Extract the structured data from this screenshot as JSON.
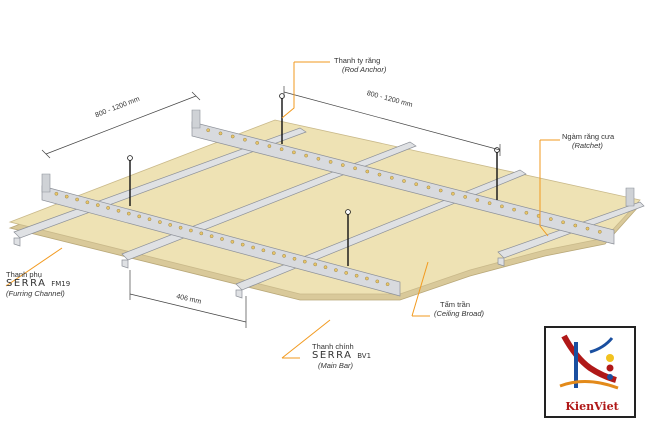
{
  "labels": {
    "rod_anchor": {
      "vi": "Thanh ty răng",
      "en": "(Rod Anchor)"
    },
    "ratchet": {
      "vi": "Ngàm răng cưa",
      "en": "(Ratchet)"
    },
    "furring": {
      "vi": "Thanh phụ",
      "brand": "SERRA",
      "model": "FM19",
      "en": "(Furring Channel)"
    },
    "main_bar": {
      "vi": "Thanh chính",
      "brand": "SERRA",
      "model": "BV1",
      "en": "(Main Bar)"
    },
    "board": {
      "vi": "Tấm trần",
      "en": "(Ceiling Broad)"
    }
  },
  "dimensions": {
    "left_span": "800 - 1200 mm",
    "right_span": "800 - 1200 mm",
    "furring_spacing": "406 mm"
  },
  "logo": {
    "name": "KienViet"
  },
  "colors": {
    "board": "#eee2b4",
    "board_edge": "#c9b98a",
    "metal": "#d8dade",
    "metal_dark": "#9a9ea6",
    "leader": "#f29a1f",
    "logo_red": "#b01818"
  }
}
